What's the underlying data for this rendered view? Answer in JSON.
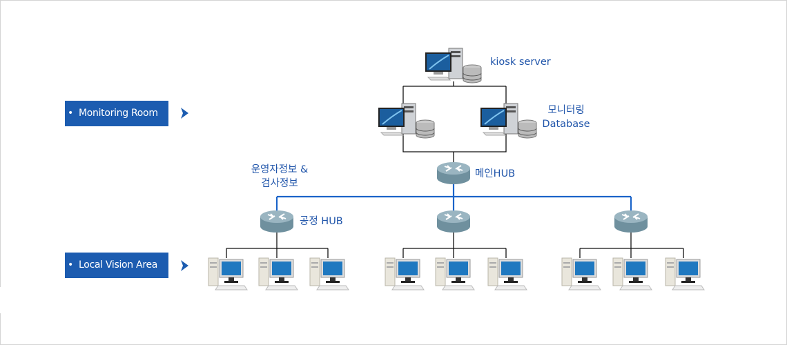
{
  "zones": {
    "monitoring": "Monitoring Room",
    "local": "Local Vision Area"
  },
  "labels": {
    "kiosk": "kiosk server",
    "monitoring_db_line1": "모니터링",
    "monitoring_db_line2": "Database",
    "main_hub": "메인HUB",
    "operator_line1": "운영자정보 &",
    "operator_line2": "검사정보",
    "process_hub": "공정 HUB"
  },
  "colors": {
    "accent": "#1c5cb0",
    "label": "#2055aa",
    "blue_line": "#1a63c9"
  }
}
